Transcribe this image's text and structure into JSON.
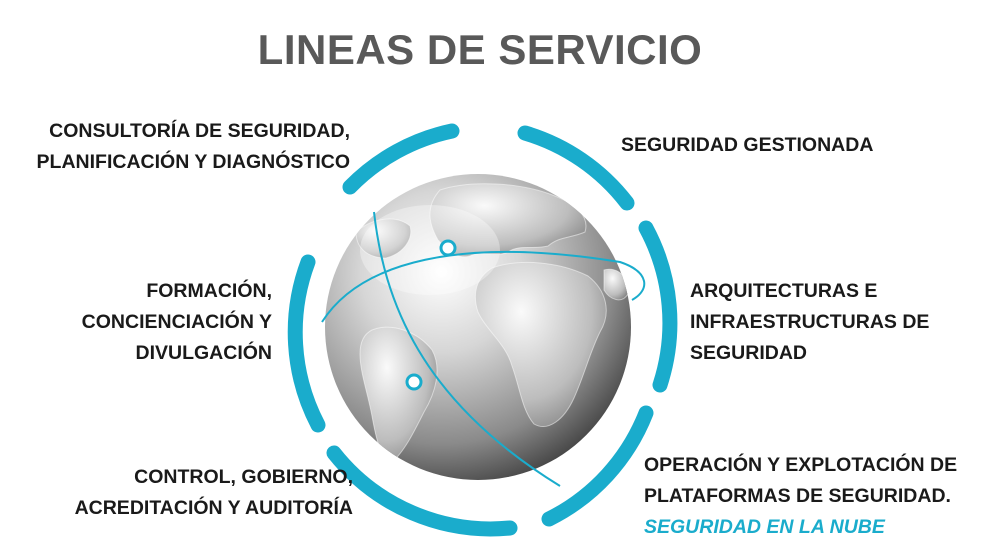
{
  "title": "LINEAS DE SERVICIO",
  "colors": {
    "ring": "#1aaccc",
    "title": "#595959",
    "text": "#1a1a1a",
    "accent": "#1aaccc"
  },
  "icons": {
    "center": "globe-icon"
  },
  "services": {
    "consultoria": [
      "CONSULTORÍA DE SEGURIDAD,",
      "PLANIFICACIÓN Y DIAGNÓSTICO"
    ],
    "gestionada": [
      "SEGURIDAD GESTIONADA"
    ],
    "formacion": [
      "FORMACIÓN,",
      "CONCIENCIACIÓN Y",
      "DIVULGACIÓN"
    ],
    "arquitecturas": [
      "ARQUITECTURAS E",
      "INFRAESTRUCTURAS DE",
      "SEGURIDAD"
    ],
    "control": [
      "CONTROL, GOBIERNO,",
      "ACREDITACIÓN Y AUDITORÍA"
    ],
    "operacion": [
      "OPERACIÓN Y EXPLOTACIÓN DE",
      "PLATAFORMAS DE SEGURIDAD."
    ],
    "operacion_accent": "SEGURIDAD EN LA NUBE"
  }
}
